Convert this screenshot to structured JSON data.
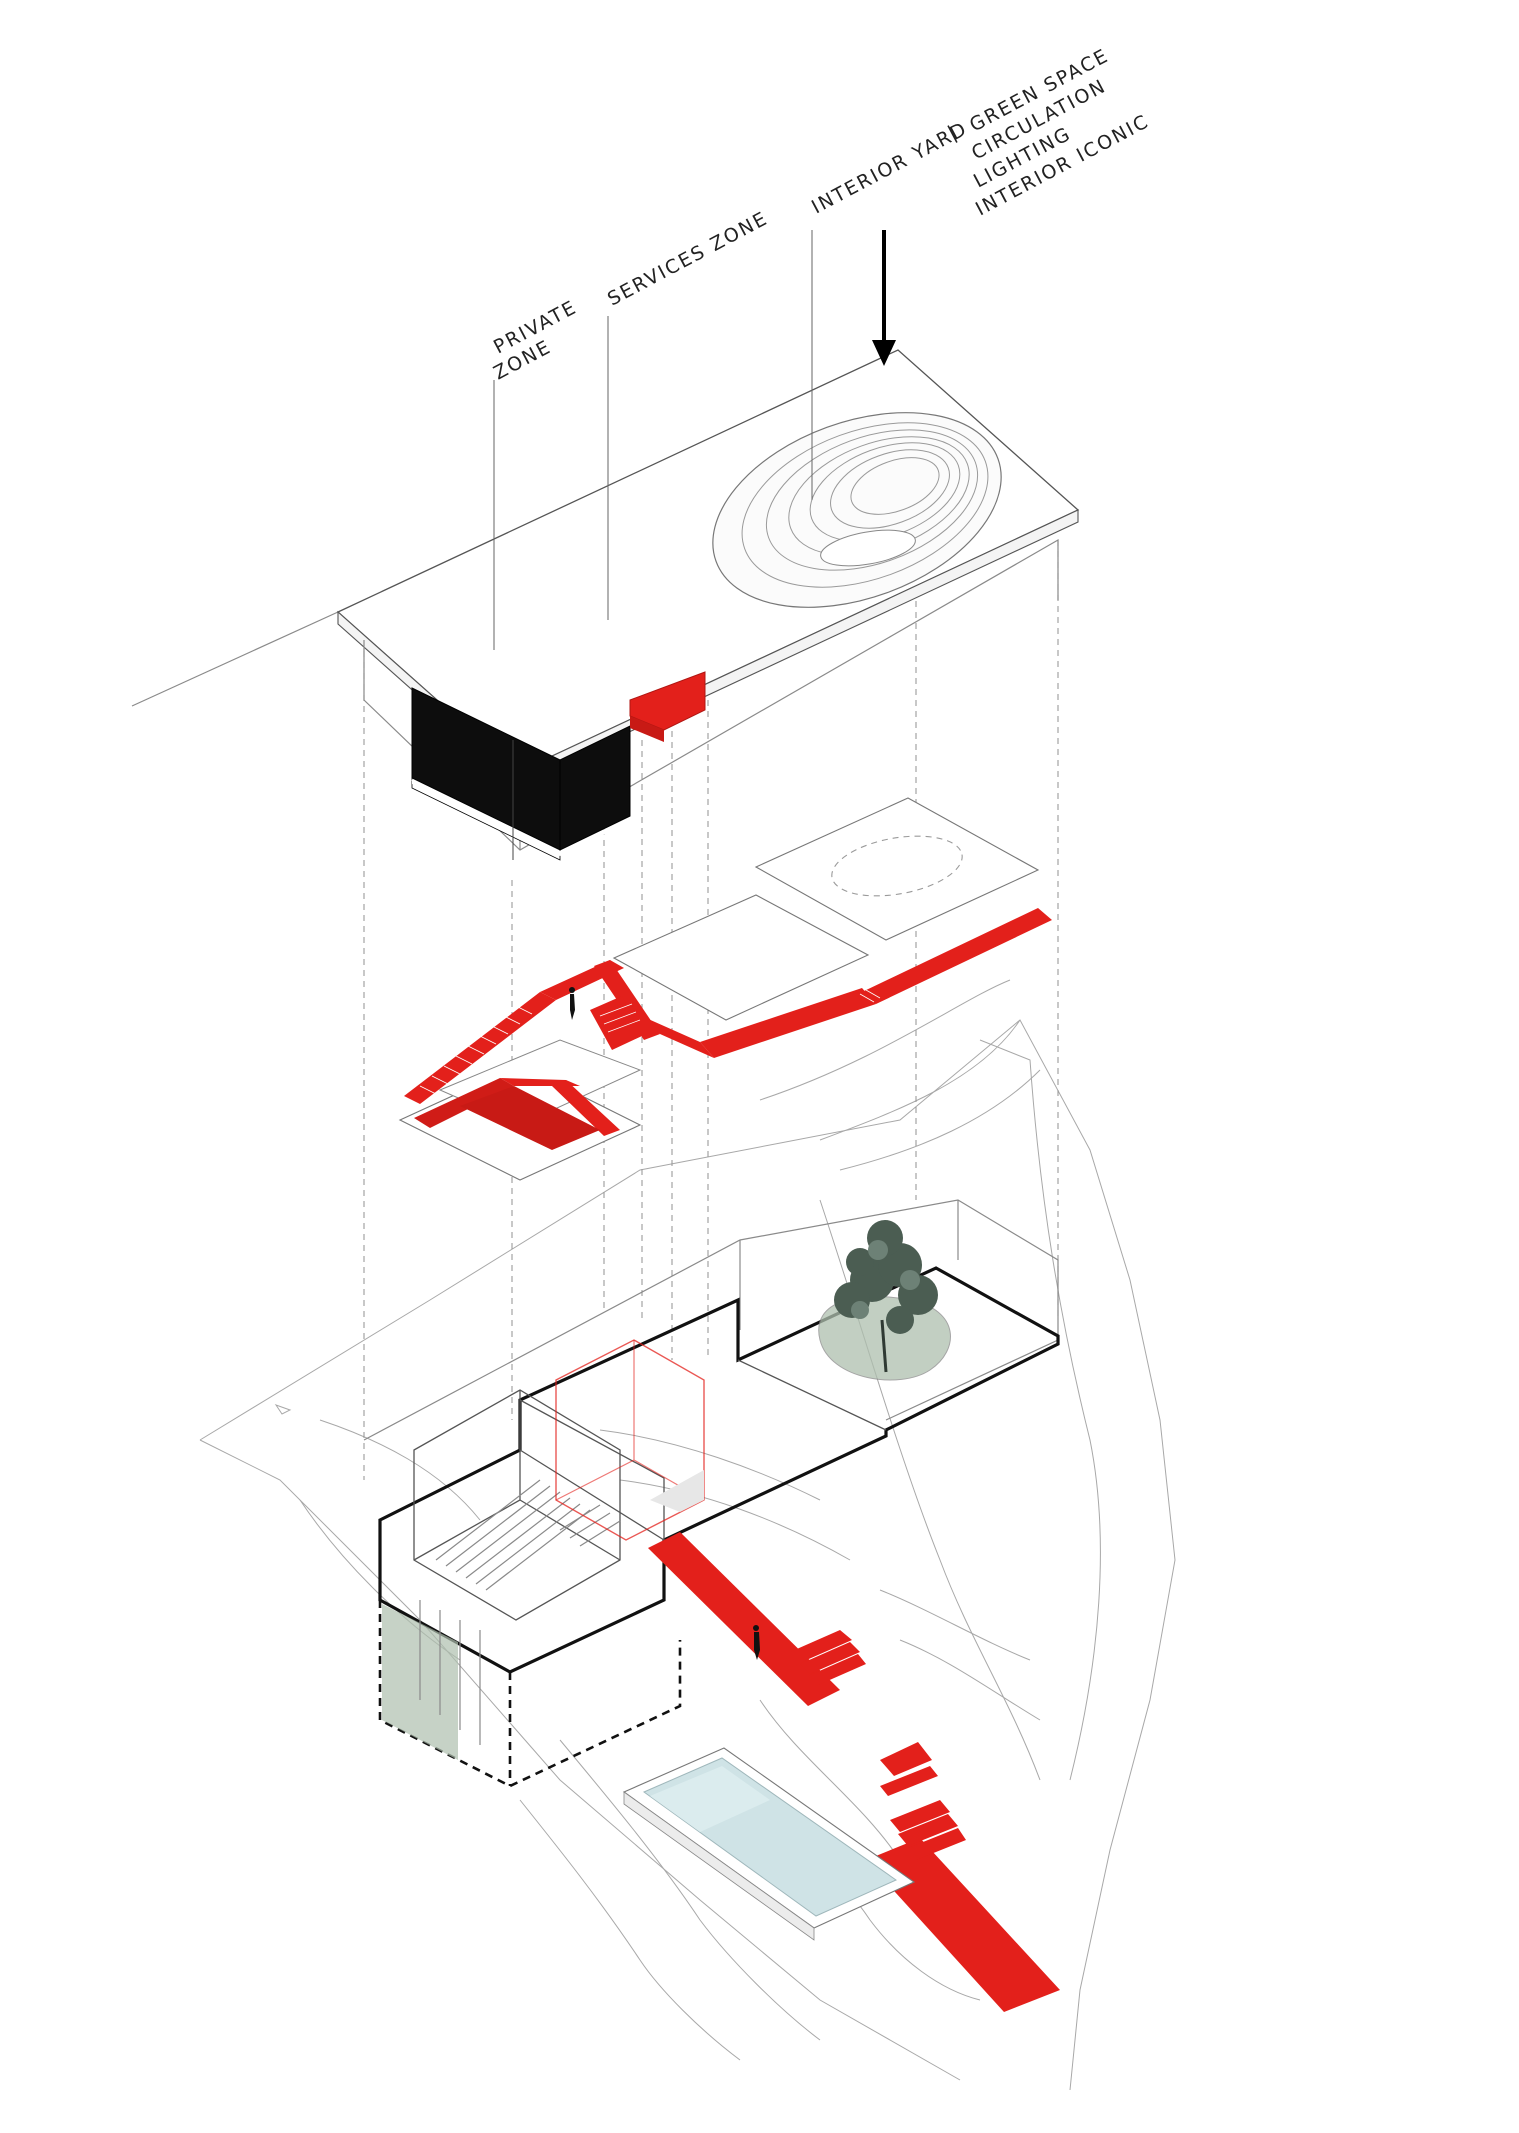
{
  "annotations": {
    "private_zone": [
      "PRIVATE",
      "ZONE"
    ],
    "services_zone": "SERVICES ZONE",
    "interior_yard": "INTERIOR YARD",
    "interior_yard_items": [
      "GREEN SPACE",
      "CIRCULATION",
      "LIGHTING",
      "INTERIOR ICONIC"
    ]
  },
  "colors": {
    "circulation_red": "#e3201b",
    "private_black": "#0d0d0d",
    "pool_water": "#cfe3e6",
    "greenery": "#aebfae",
    "line_grey": "#8a8a8a"
  }
}
